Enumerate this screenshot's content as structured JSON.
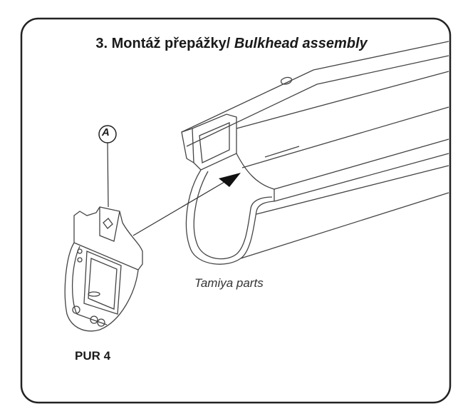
{
  "title": {
    "czech": "3. Montáž přepážky/",
    "english": "Bulkhead assembly"
  },
  "callout_label": "A",
  "part_label": "PUR 4",
  "tamiya_label": "Tamiya parts"
}
